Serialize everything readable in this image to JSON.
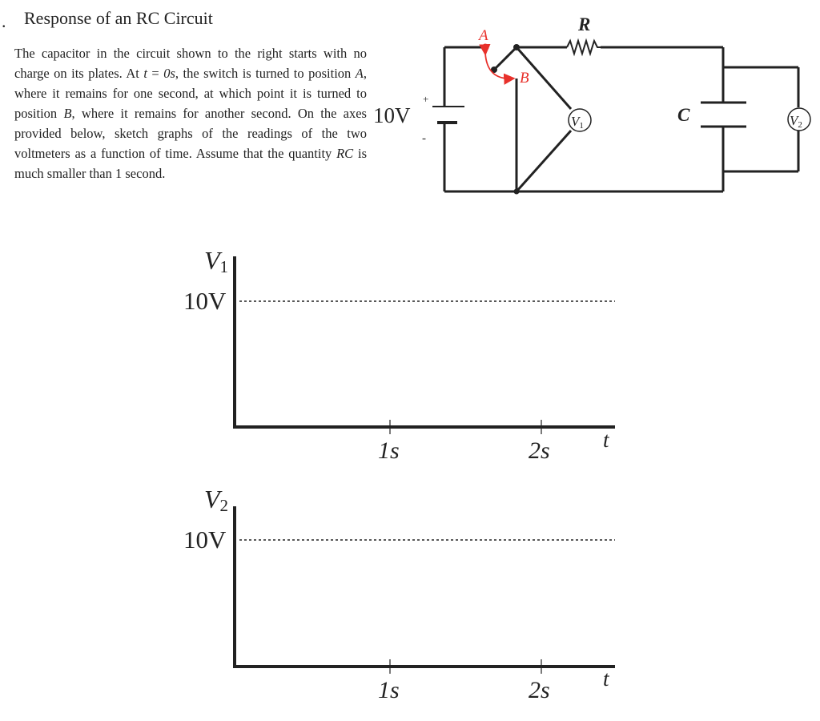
{
  "problem": {
    "number_marker": ".",
    "title": "Response of an RC Circuit",
    "text": {
      "p1": "The capacitor in the circuit shown to the right starts with no charge on its plates. At ",
      "t_symbol": "t",
      "p2": " = ",
      "t_value": "0s",
      "p3": ", the switch is turned to position ",
      "pos_a": "A",
      "p4": ", where it remains for one second, at which point it is turned to position ",
      "pos_b": "B",
      "p5": ", where it remains for another second. On the axes provided below, sketch graphs of the readings of the two voltmeters as a function of time. Assume that the quantity ",
      "rc": "RC",
      "p6": " is much smaller than 1 second."
    }
  },
  "circuit": {
    "battery_label": "10V",
    "battery_plus": "+",
    "battery_minus": "-",
    "resistor_label": "R",
    "capacitor_label": "C",
    "switch_position_a": "A",
    "switch_position_b": "B",
    "voltmeter_1": {
      "symbol": "V",
      "subscript": "1"
    },
    "voltmeter_2": {
      "symbol": "V",
      "subscript": "2"
    },
    "switch_color": "#e8312b"
  },
  "graphs": [
    {
      "y_symbol": "V",
      "y_subscript": "1",
      "level_label": "10V",
      "tick_1": "1s",
      "tick_2": "2s",
      "x_label": "t"
    },
    {
      "y_symbol": "V",
      "y_subscript": "2",
      "level_label": "10V",
      "tick_1": "1s",
      "tick_2": "2s",
      "x_label": "t"
    }
  ]
}
